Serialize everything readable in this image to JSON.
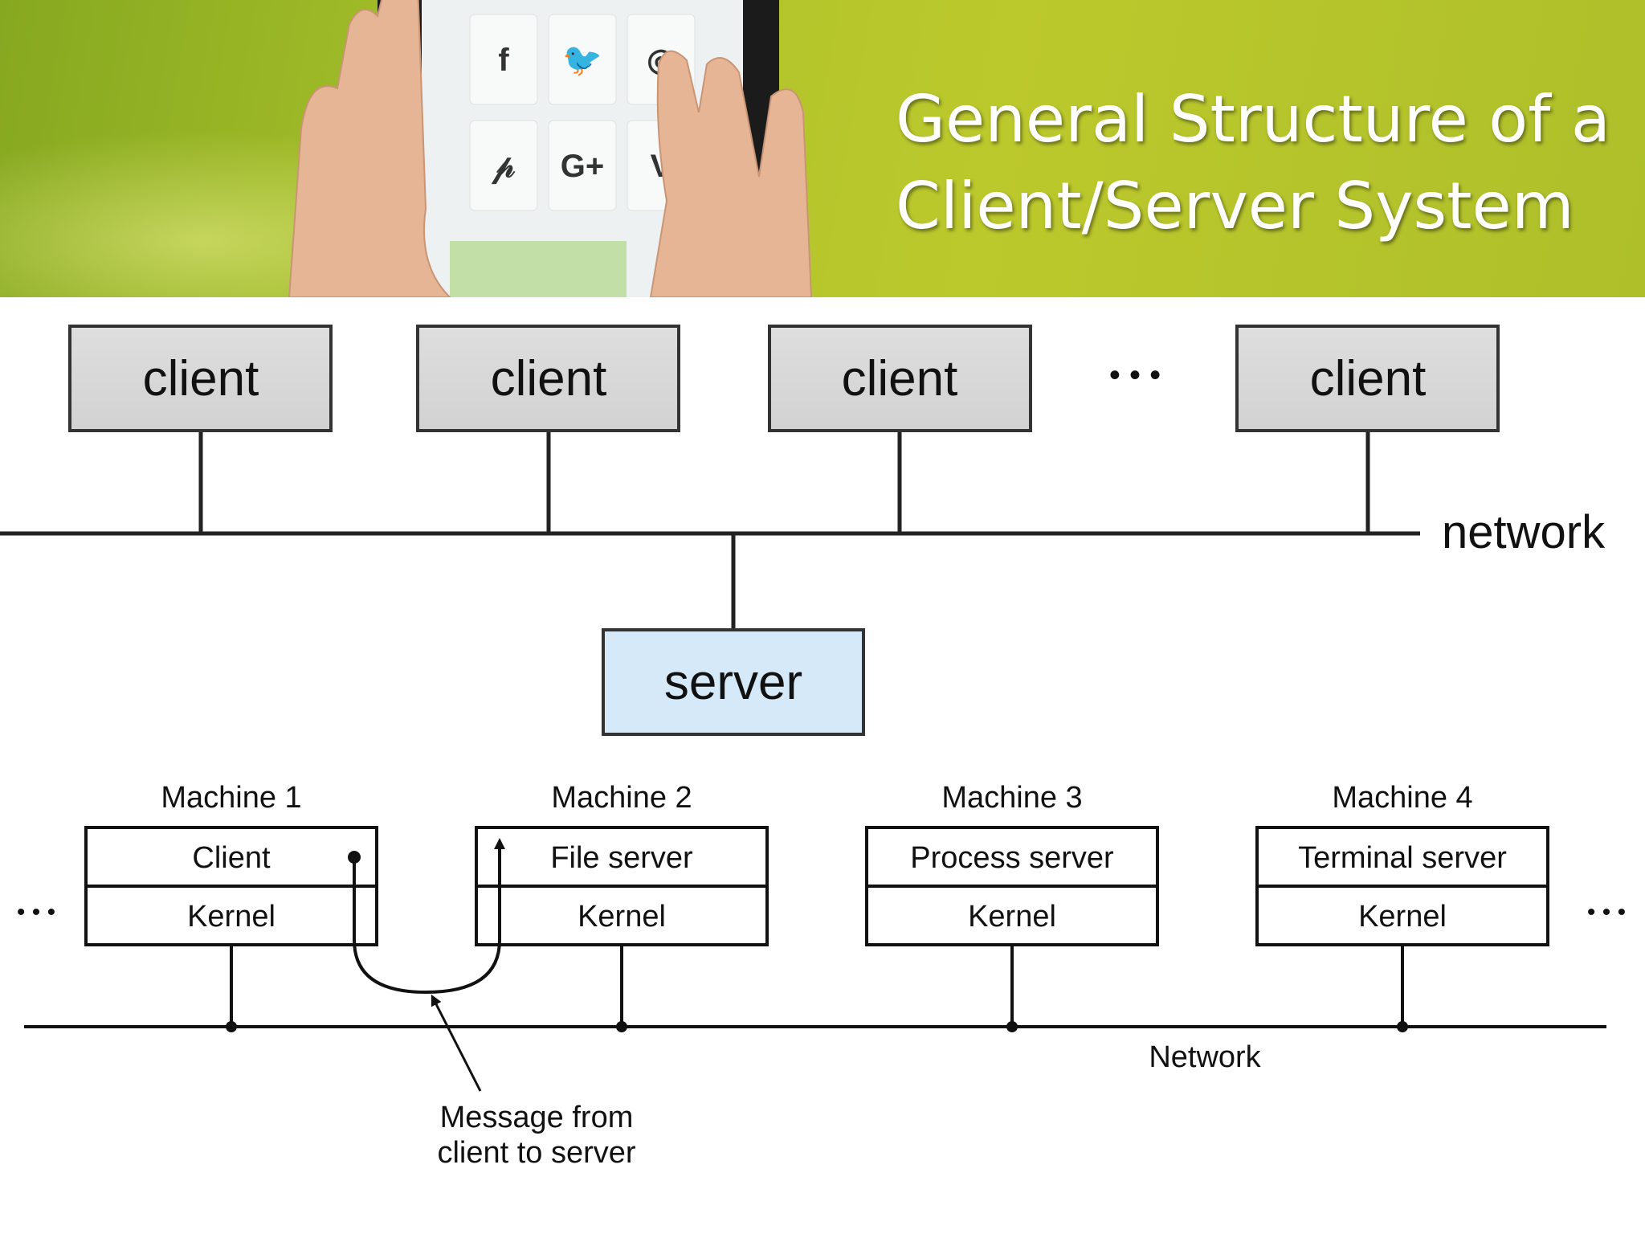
{
  "slide": {
    "title_line1": "General Structure of a",
    "title_line2": "Client/Server System"
  },
  "banner_icons": [
    "facebook-icon",
    "twitter-icon",
    "instagram-icon",
    "pinterest-icon",
    "google-plus-icon",
    "vine-icon"
  ],
  "banner_glyphs": [
    "f",
    "🐦",
    "◎",
    "𝓅",
    "G+",
    "V"
  ],
  "top_diagram": {
    "clients": [
      "client",
      "client",
      "client",
      "client"
    ],
    "ellipsis": "• • •",
    "network_label": "network",
    "server_label": "server"
  },
  "bottom_diagram": {
    "machines": [
      {
        "name": "Machine 1",
        "service": "Client",
        "kernel": "Kernel"
      },
      {
        "name": "Machine 2",
        "service": "File server",
        "kernel": "Kernel"
      },
      {
        "name": "Machine 3",
        "service": "Process server",
        "kernel": "Kernel"
      },
      {
        "name": "Machine 4",
        "service": "Terminal server",
        "kernel": "Kernel"
      }
    ],
    "ellipsis": "• • •",
    "network_label": "Network",
    "message_line1": "Message from",
    "message_line2": "client to server"
  },
  "colors": {
    "banner_green": "#a9c12a",
    "client_box": "#d9d9d9",
    "server_box": "#d6e9f8"
  }
}
